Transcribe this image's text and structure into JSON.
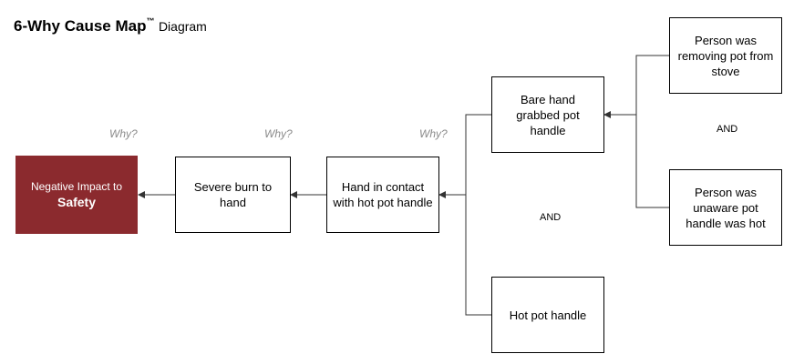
{
  "title": {
    "main": "6-Why Cause Map",
    "trademark": "™",
    "sub": "Diagram"
  },
  "impact": {
    "line1": "Negative Impact to",
    "line2": "Safety",
    "color": "#8b2a2e"
  },
  "boxes": {
    "severe_burn": "Severe burn to hand",
    "hand_contact": "Hand in contact with hot pot handle",
    "bare_hand": "Bare hand grabbed pot handle",
    "hot_handle": "Hot pot handle",
    "removing_pot": "Person was removing pot from stove",
    "unaware": "Person was unaware pot handle was hot"
  },
  "why_labels": [
    "Why?",
    "Why?",
    "Why?"
  ],
  "and_labels": [
    "AND",
    "AND"
  ]
}
